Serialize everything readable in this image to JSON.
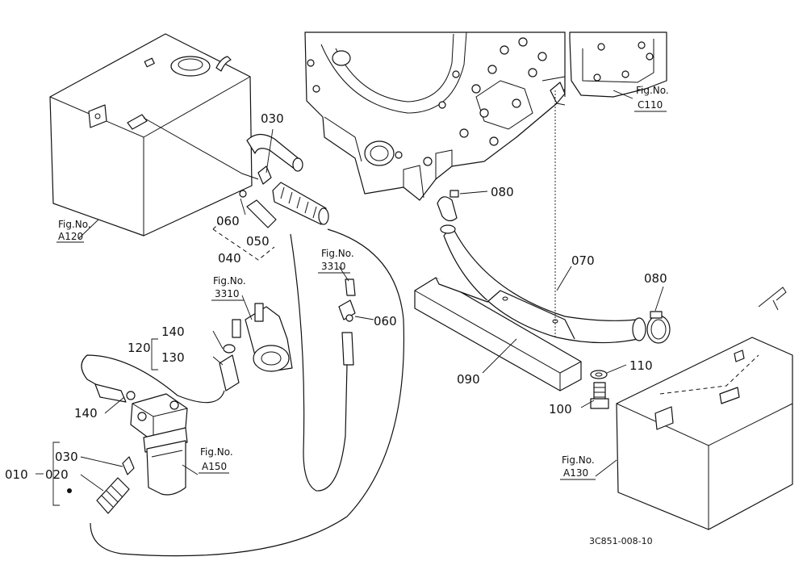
{
  "diagram_code": "3C851-008-10",
  "fig_prefix": "Fig.No.",
  "figure_refs": {
    "a120": "A120",
    "c110": "C110",
    "a130": "A130",
    "a150": "A150",
    "fig3310_left": "3310",
    "fig3310_right": "3310"
  },
  "parts": {
    "p010": "010",
    "p020": "020",
    "p030_top": "030",
    "p030_bottom": "030",
    "p040": "040",
    "p050": "050",
    "p060_left": "060",
    "p060_right": "060",
    "p070": "070",
    "p080_top": "080",
    "p080_right": "080",
    "p090": "090",
    "p100": "100",
    "p110": "110",
    "p120": "120",
    "p130": "130",
    "p140_upper": "140",
    "p140_lower": "140"
  }
}
